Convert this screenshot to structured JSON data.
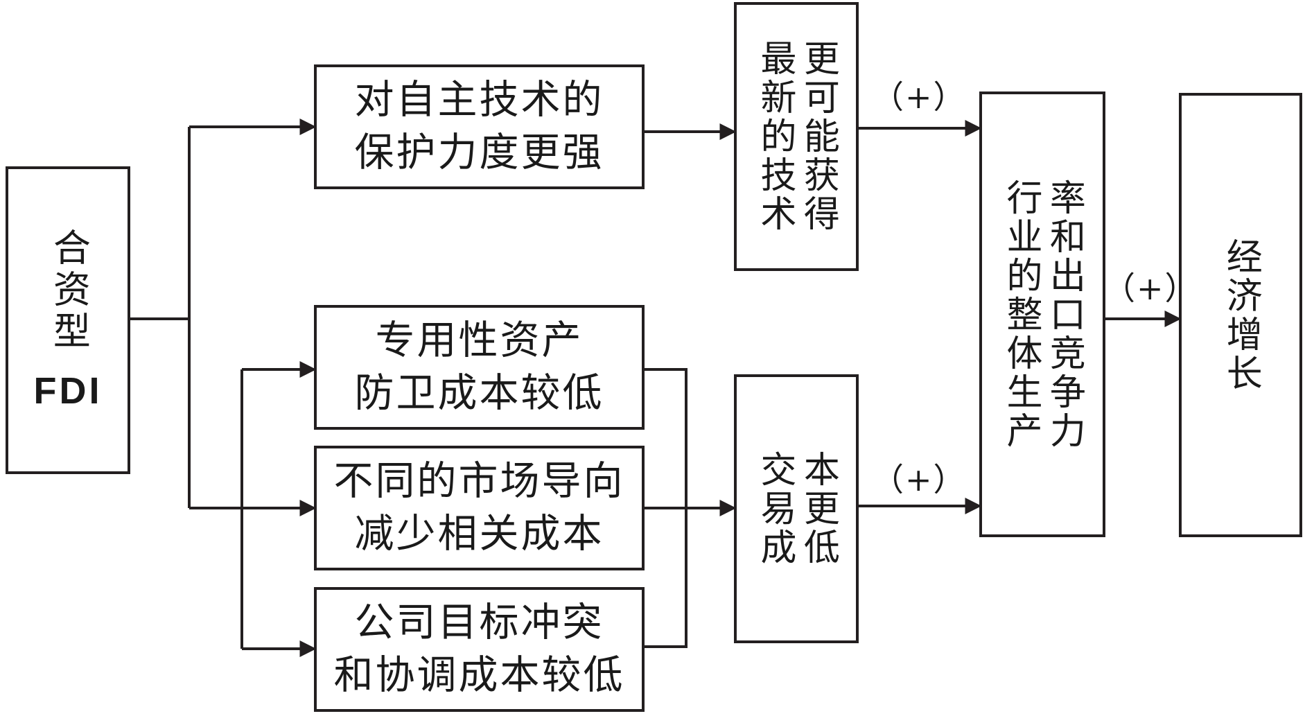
{
  "diagram": {
    "source": {
      "line1": "合资型",
      "line2": "FDI"
    },
    "upper_branch": {
      "cause": {
        "line1": "对自主技术的",
        "line2": "保护力度更强"
      },
      "effect": {
        "col1": "最新的技术",
        "col2": "更可能获得"
      }
    },
    "lower_branch": {
      "causes": [
        {
          "line1": "专用性资产",
          "line2": "防卫成本较低"
        },
        {
          "line1": "不同的市场导向",
          "line2": "减少相关成本"
        },
        {
          "line1": "公司目标冲突",
          "line2": "和协调成本较低"
        }
      ],
      "effect": {
        "col1": "交易成",
        "col2": "本更低"
      }
    },
    "productivity": {
      "col1": "行业的整体生产",
      "col2": "率和出口竞争力"
    },
    "outcome": {
      "text": "经济增长"
    },
    "signs": {
      "upper": "（+）",
      "lower": "（+）",
      "final": "（+）"
    },
    "colors": {
      "line": "#231f20",
      "background": "#ffffff"
    }
  }
}
